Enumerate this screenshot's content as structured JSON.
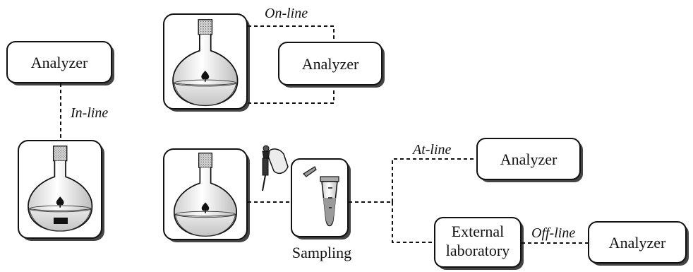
{
  "labels": {
    "analyzer_inline": "Analyzer",
    "analyzer_online": "Analyzer",
    "analyzer_atline": "Analyzer",
    "analyzer_offline": "Analyzer",
    "external_lab_line1": "External",
    "external_lab_line2": "laboratory",
    "sampling": "Sampling"
  },
  "modes": {
    "in_line": "In-line",
    "on_line": "On-line",
    "at_line": "At-line",
    "off_line": "Off-line"
  },
  "icons": [
    "round-bottom-flask-icon",
    "stir-bar-icon",
    "pipette-hand-icon",
    "sample-tube-icon"
  ],
  "colors": {
    "stroke": "#111111",
    "background": "#ffffff",
    "shadow": "#444444"
  }
}
